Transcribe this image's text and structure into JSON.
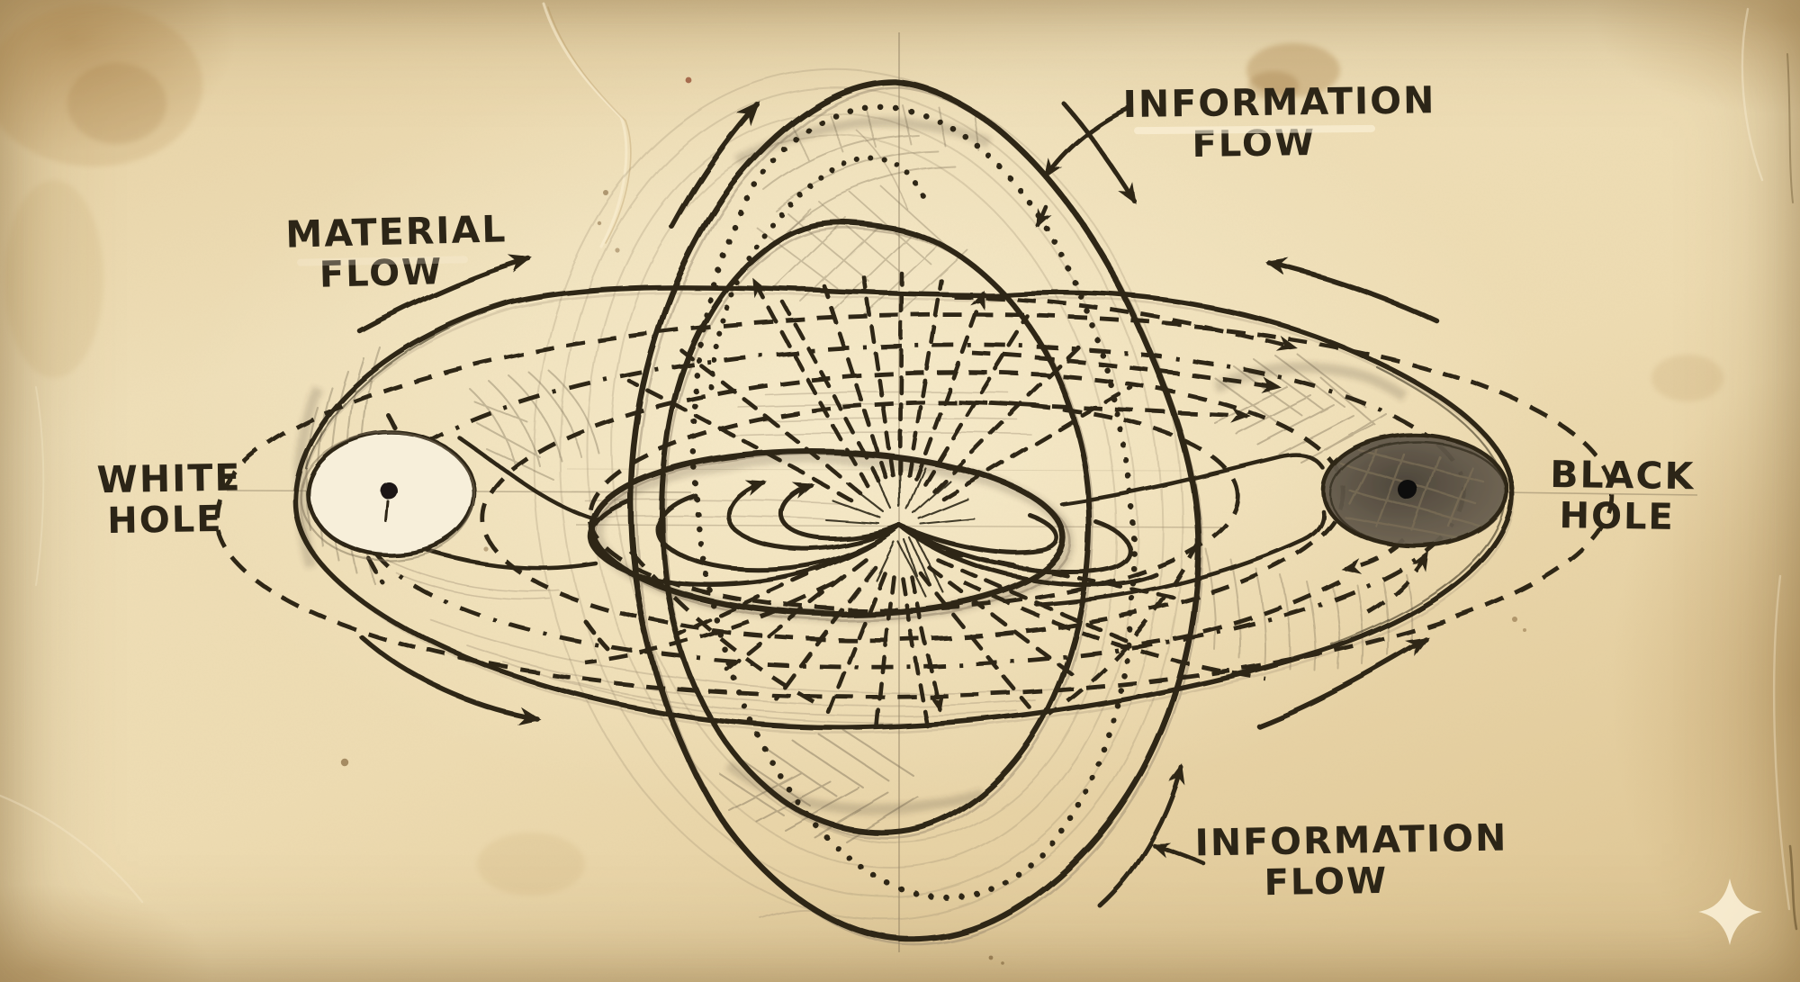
{
  "page": {
    "kind": "hand-drawn scientific sketch on aged paper",
    "subject": "interlocked torus diagram of a white hole / black hole system",
    "colors": {
      "paper": "#ecd9ae",
      "ink": "#2e2719",
      "pencil": "#93836a",
      "stain": "#b98d52",
      "sparkle": "#f8eed4"
    }
  },
  "labels": {
    "material_flow": {
      "line1": "MATERIAL",
      "line2": "FLOW"
    },
    "information_flow_top": {
      "line1": "INFORMATION",
      "line2": "FLOW"
    },
    "white_hole": {
      "line1": "WHITE",
      "line2": "HOLE"
    },
    "black_hole": {
      "line1": "BLACK",
      "line2": "HOLE"
    },
    "information_flow_bottom": {
      "line1": "INFORMATION",
      "line2": "FLOW"
    }
  },
  "icons": {
    "sparkle": "four-pointed-star watermark"
  }
}
